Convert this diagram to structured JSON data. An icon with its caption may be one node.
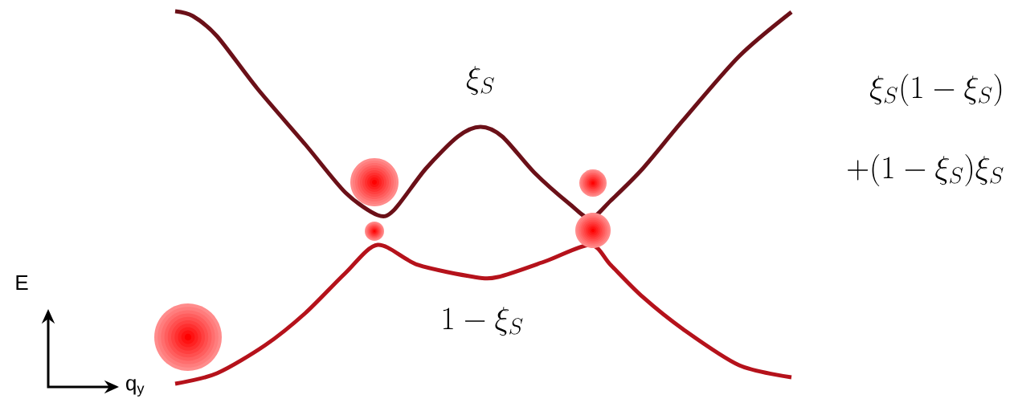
{
  "diagram": {
    "labels": [
      "\\xi_S",
      "\\xi_S(1-\\xi_S)",
      "+(1-\\xi_S)\\xi_S",
      "E",
      "1-\\xi_S",
      "q$_{y}$"
    ]
  }
}
